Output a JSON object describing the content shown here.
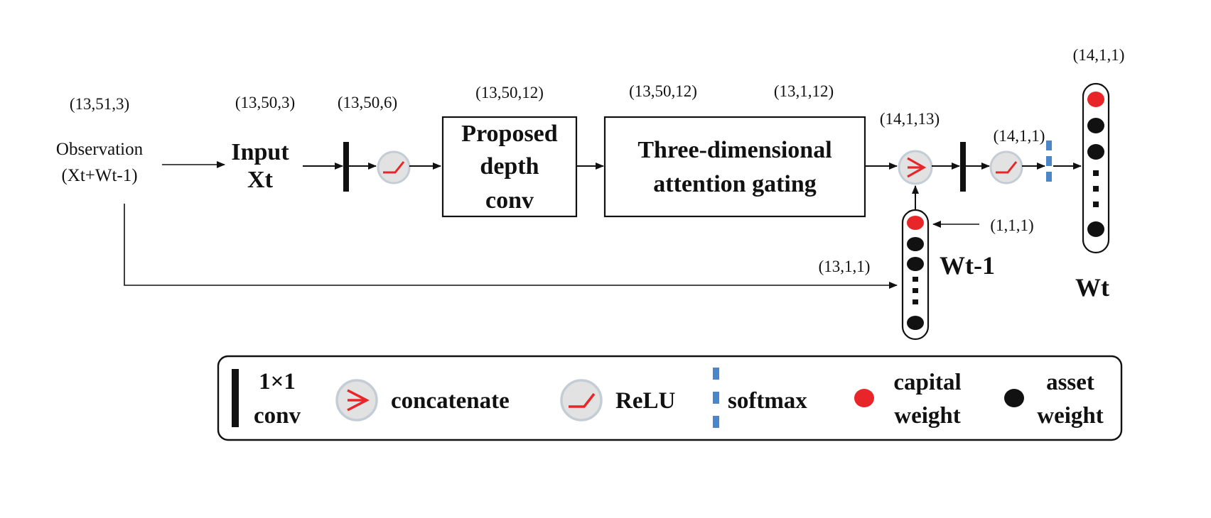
{
  "colors": {
    "capital": "#e8262a",
    "asset": "#111111",
    "softmax": "#4a86c8",
    "circle_fill": "#e2e2e2",
    "circle_stroke": "#c4cdd6"
  },
  "icons": {
    "concat": "greater-than-arrow-icon",
    "relu": "relu-curve-icon",
    "conv": "vertical-bar-icon",
    "softmax": "dashed-bar-icon"
  },
  "dims": {
    "observation": "(13,51,3)",
    "input": "(13,50,3)",
    "after_conv": "(13,50,6)",
    "depth_conv": "(13,50,12)",
    "attention_in": "(13,50,12)",
    "attention_out": "(13,1,12)",
    "concat": "(14,1,13)",
    "after_conv2": "(14,1,1)",
    "output": "(14,1,1)",
    "prev_weight": "(13,1,1)",
    "cash": "(1,1,1)"
  },
  "nodes": {
    "observation_line1": "Observation",
    "observation_line2": "(Xt+Wt-1)",
    "input_line1": "Input",
    "input_line2": "Xt",
    "depth_conv_line1": "Proposed",
    "depth_conv_line2": "depth",
    "depth_conv_line3": "conv",
    "attention_line1": "Three-dimensional",
    "attention_line2": "attention gating",
    "prev_weight_label": "Wt-1",
    "output_label": "Wt"
  },
  "legend": {
    "conv_line1": "1×1",
    "conv_line2": "conv",
    "concatenate": "concatenate",
    "relu": "ReLU",
    "softmax": "softmax",
    "capital_line1": "capital",
    "capital_line2": "weight",
    "asset_line1": "asset",
    "asset_line2": "weight"
  }
}
